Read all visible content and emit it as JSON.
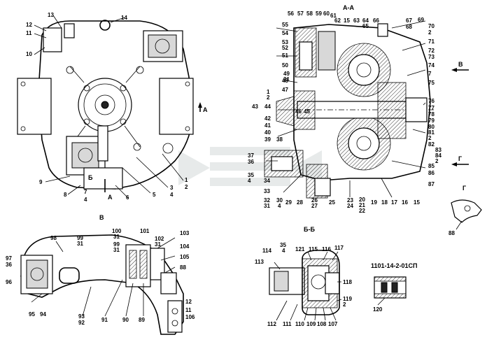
{
  "section_titles": {
    "aa": "А-А",
    "bb": "Б-Б",
    "v": "В",
    "g": "Г",
    "view_a": "А",
    "view_b": "Б",
    "arrow_v": "В",
    "arrow_g": "Г"
  },
  "doc_number": "1101-14-2-01СП",
  "callouts": {
    "c13": "13",
    "c14": "14",
    "c12": "12",
    "c11": "11",
    "c10": "10",
    "c9": "9",
    "c8": "8",
    "c7": "7",
    "c4a": "4",
    "c6": "6",
    "c5": "5",
    "c3": "3",
    "c4b": "4",
    "c1": "1",
    "c2": "2",
    "c56": "56",
    "c57": "57",
    "c58": "58",
    "c59": "59",
    "c60": "60",
    "c61": "61",
    "c62": "62",
    "c15a": "15",
    "c63": "63",
    "c64": "64",
    "c65": "65",
    "c66": "66",
    "c67": "67",
    "c68": "68",
    "c69": "69",
    "c70": "70",
    "c2b": "2",
    "c71": "71",
    "c72": "72",
    "c73": "73",
    "c74": "74",
    "c7b": "7",
    "c75": "75",
    "c76": "76",
    "c77": "77",
    "c78": "78",
    "c79": "79",
    "c80": "80",
    "c81": "81",
    "c2c": "2",
    "c82": "82",
    "c83": "83",
    "c84": "84",
    "c2d": "2",
    "c85": "85",
    "c86": "86",
    "c87": "87",
    "c55": "55",
    "c54": "54",
    "c53": "53",
    "c52": "52",
    "c51": "51",
    "c50": "50",
    "c49": "49",
    "c21": "21",
    "c48": "48",
    "c47": "47",
    "c1b": "1",
    "c2e": "2",
    "c43": "43",
    "c44": "44",
    "c46": "46",
    "c45": "45",
    "c42": "42",
    "c41": "41",
    "c40": "40",
    "c39": "39",
    "c38": "38",
    "c37": "37",
    "c36": "36",
    "c35": "35",
    "c4c": "4",
    "c34": "34",
    "c33": "33",
    "c32": "32",
    "c31": "31",
    "c30": "30",
    "c4d": "4",
    "c29": "29",
    "c28": "28",
    "c26": "26",
    "c27": "27",
    "c25": "25",
    "c23": "23",
    "c24": "24",
    "c20": "20",
    "c21b": "21",
    "c22": "22",
    "c19": "19",
    "c18": "18",
    "c17": "17",
    "c16": "16",
    "c15b": "15",
    "c88a": "88",
    "c98": "98",
    "c99": "99",
    "c31b": "31",
    "c100": "100",
    "c31c": "31",
    "c101": "101",
    "c99b": "99",
    "c31d": "31",
    "c102": "102",
    "c31e": "31",
    "c103": "103",
    "c104": "104",
    "c105": "105",
    "c88b": "88",
    "c97": "97",
    "c36b": "36",
    "c96": "96",
    "c95": "95",
    "c94": "94",
    "c93": "93",
    "c92": "92",
    "c91": "91",
    "c90": "90",
    "c89": "89",
    "c12b": "12",
    "c11b": "11",
    "c106": "106",
    "c35b": "35",
    "c4e": "4",
    "c114": "114",
    "c121": "121",
    "c115": "115",
    "c116": "116",
    "c117": "117",
    "c113": "113",
    "c118": "118",
    "c119": "119",
    "c2f": "2",
    "c112": "112",
    "c111": "111",
    "c110": "110",
    "c109": "109",
    "c108": "108",
    "c107": "107",
    "c120": "120"
  }
}
